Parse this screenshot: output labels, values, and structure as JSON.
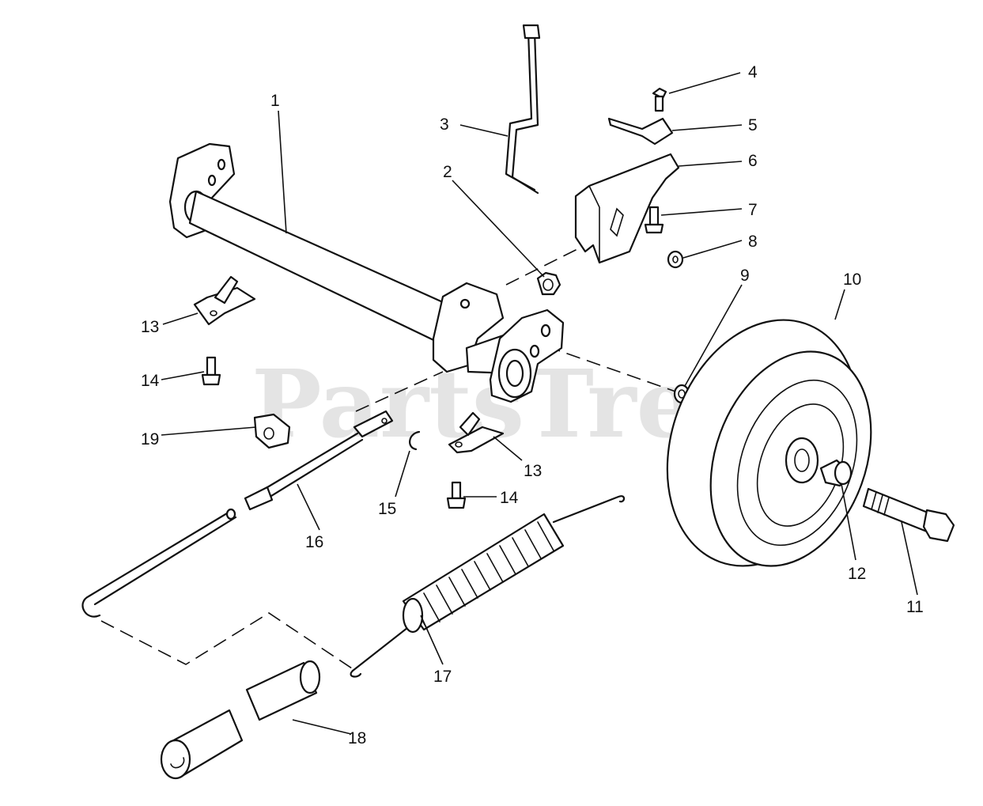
{
  "watermark": "PartsTree",
  "callouts": [
    {
      "id": "1",
      "text": "1"
    },
    {
      "id": "2",
      "text": "2"
    },
    {
      "id": "3",
      "text": "3"
    },
    {
      "id": "4",
      "text": "4"
    },
    {
      "id": "5",
      "text": "5"
    },
    {
      "id": "6",
      "text": "6"
    },
    {
      "id": "7",
      "text": "7"
    },
    {
      "id": "8",
      "text": "8"
    },
    {
      "id": "9",
      "text": "9"
    },
    {
      "id": "10",
      "text": "10"
    },
    {
      "id": "11",
      "text": "11"
    },
    {
      "id": "12",
      "text": "12"
    },
    {
      "id": "13a",
      "text": "13"
    },
    {
      "id": "13b",
      "text": "13"
    },
    {
      "id": "14a",
      "text": "14"
    },
    {
      "id": "14b",
      "text": "14"
    },
    {
      "id": "15",
      "text": "15"
    },
    {
      "id": "16",
      "text": "16"
    },
    {
      "id": "17",
      "text": "17"
    },
    {
      "id": "18",
      "text": "18"
    },
    {
      "id": "19",
      "text": "19"
    }
  ]
}
